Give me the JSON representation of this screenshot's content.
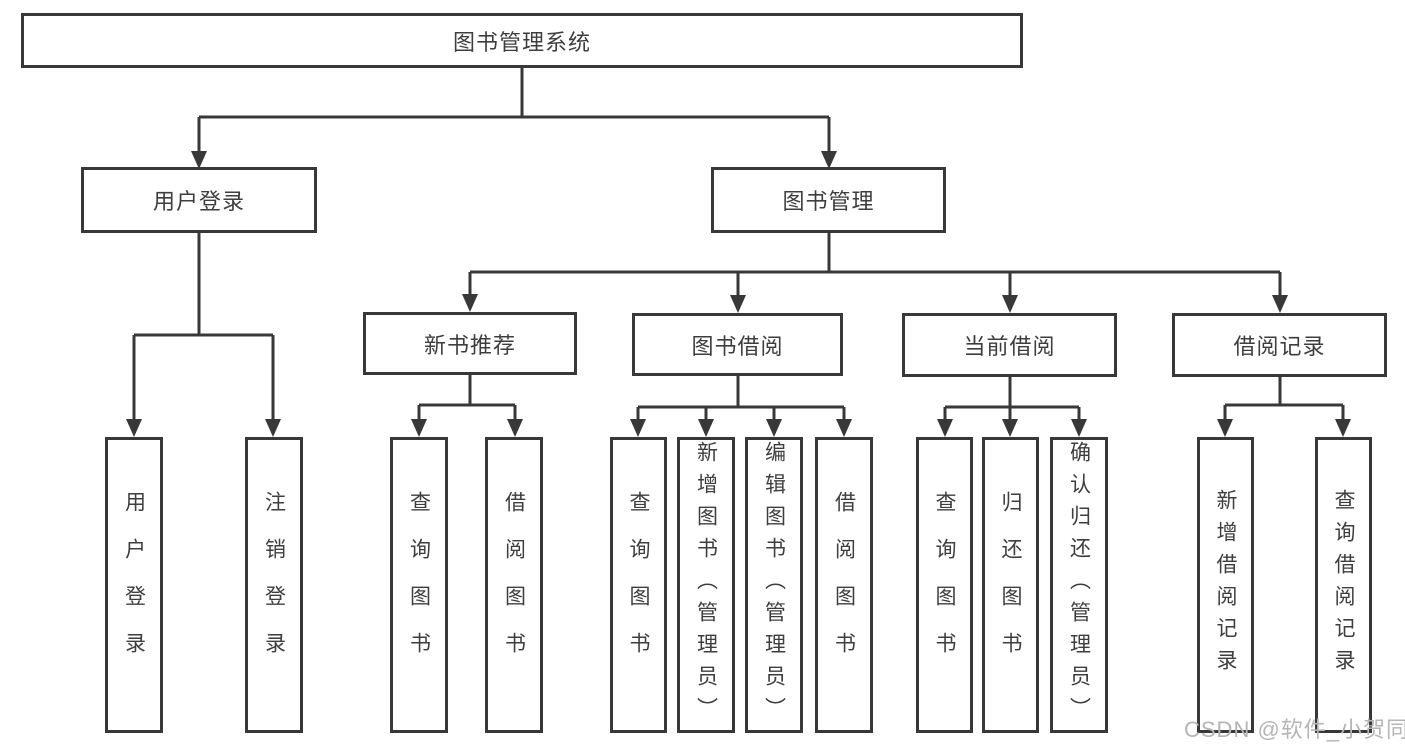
{
  "tree": {
    "root": "图书管理系统",
    "branches": [
      {
        "label": "用户登录",
        "children": [
          "用户登录",
          "注销登录"
        ]
      },
      {
        "label": "图书管理",
        "sections": [
          {
            "label": "新书推荐",
            "children": [
              "查询图书",
              "借阅图书"
            ]
          },
          {
            "label": "图书借阅",
            "children": [
              "查询图书",
              "新增图书（管理员）",
              "编辑图书（管理员）",
              "借阅图书"
            ]
          },
          {
            "label": "当前借阅",
            "children": [
              "查询图书",
              "归还图书",
              "确认归还（管理员）"
            ]
          },
          {
            "label": "借阅记录",
            "children": [
              "新增借阅记录",
              "查询借阅记录"
            ]
          }
        ]
      }
    ]
  },
  "watermark": {
    "text": "CSDN @软件_小贺同学"
  },
  "colors": {
    "line": "#383838",
    "box_border": "#383838",
    "text": "#3e3e3e",
    "watermark": "#b5b5b5",
    "background": "#ffffff"
  }
}
